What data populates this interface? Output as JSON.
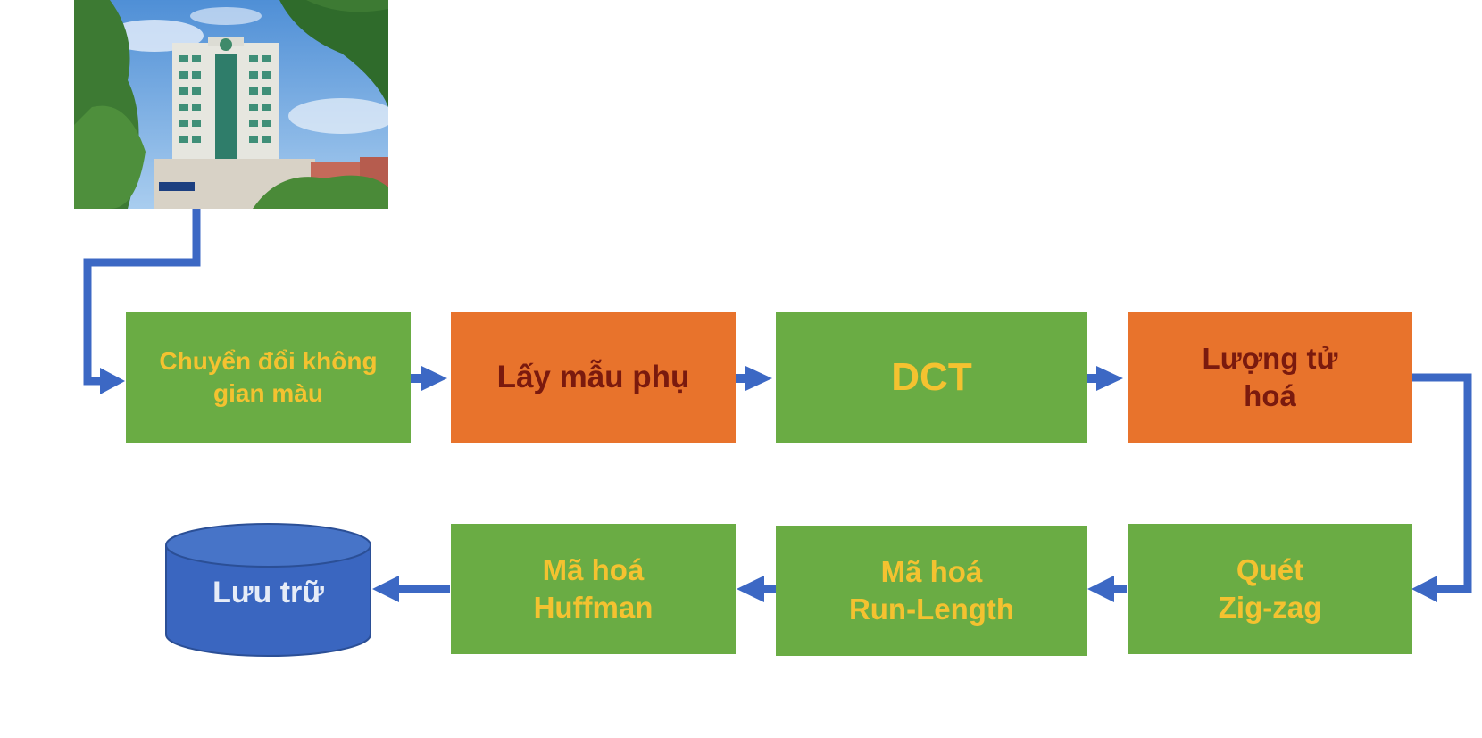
{
  "pipeline": {
    "steps": {
      "color_space": "Chuyển đổi không\ngian màu",
      "subsampling": "Lấy mẫu phụ",
      "dct": "DCT",
      "quantization": "Lượng tử\nhoá",
      "zigzag": "Quét\nZig-zag",
      "run_length": "Mã hoá\nRun-Length",
      "huffman": "Mã hoá\nHuffman"
    },
    "storage_label": "Lưu trữ"
  },
  "colors": {
    "green_box": "#6aac44",
    "green_text": "#f4c230",
    "orange_box": "#e8732c",
    "orange_text": "#7a1a0e",
    "arrow": "#3c68c4",
    "storage_fill": "#3a66c0"
  }
}
